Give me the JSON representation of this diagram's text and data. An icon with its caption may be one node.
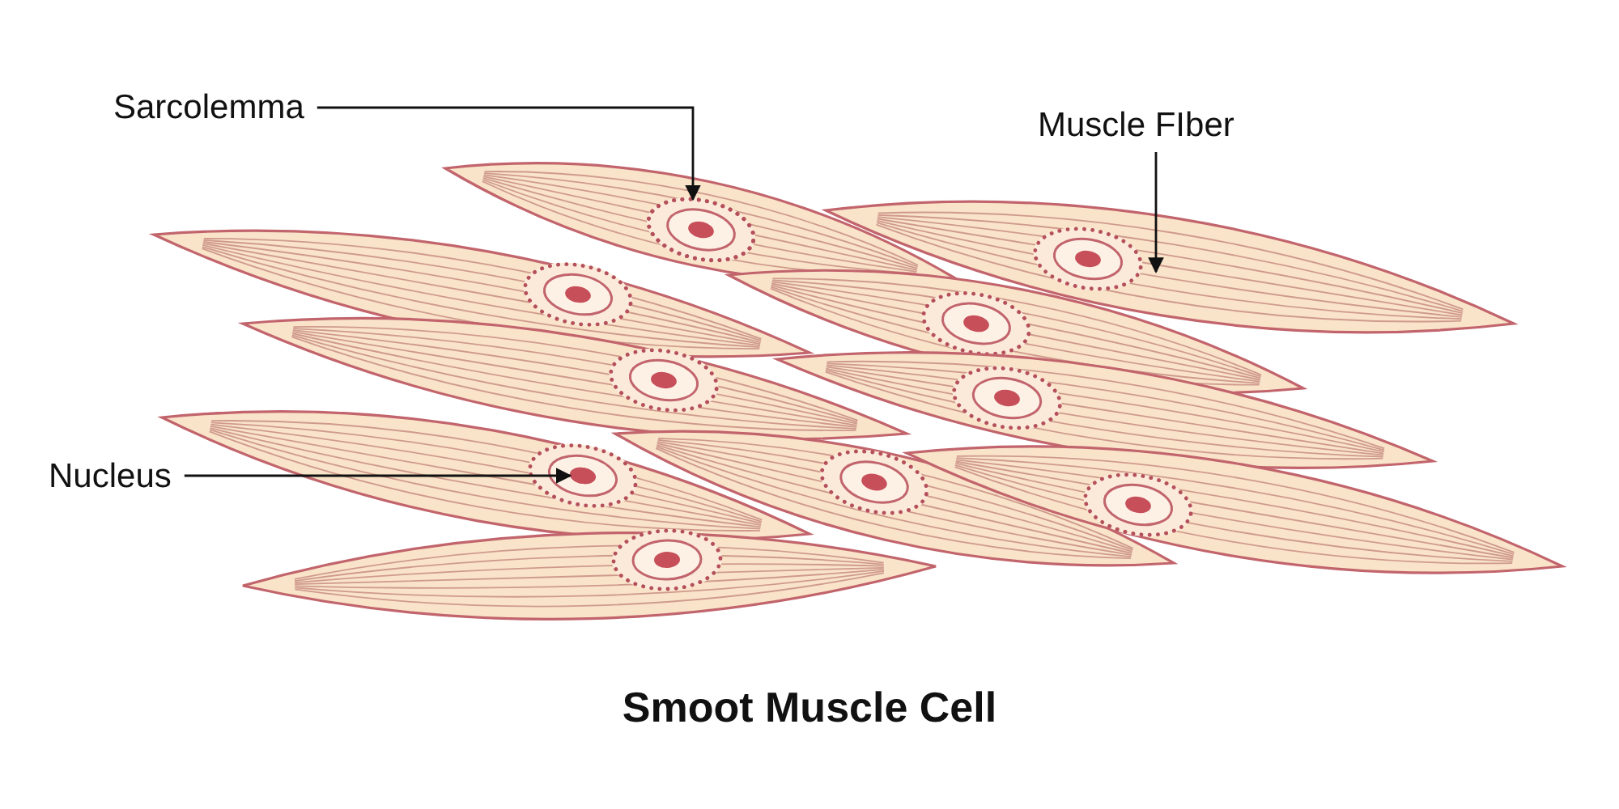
{
  "diagram": {
    "caption": "Smoot Muscle Cell",
    "nodes": [
      {
        "text": [
          "Sarcolemma"
        ]
      },
      {
        "text": [
          "Muscle FIber"
        ]
      },
      {
        "text": [
          "Nucleus"
        ]
      },
      {
        "text": [],
        "shape": "circle"
      },
      {
        "text": [],
        "shape": "picture"
      },
      {
        "text": [],
        "shape": "circle"
      }
    ],
    "edges": [
      {
        "from": 0,
        "to": 3,
        "arrow": "to"
      },
      {
        "from": 1,
        "to": 4,
        "arrow": "to"
      },
      {
        "from": 2,
        "to": 5,
        "arrow": "to"
      }
    ]
  }
}
